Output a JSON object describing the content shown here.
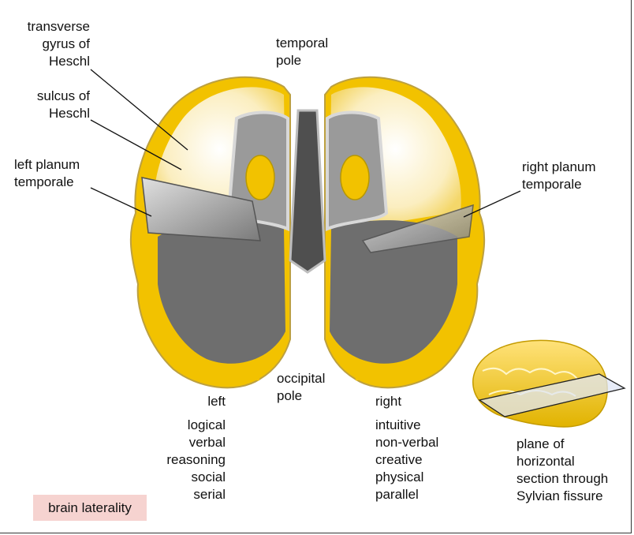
{
  "labels": {
    "transverse_gyrus": "transverse\ngyrus of\nHeschl",
    "sulcus_heschl": "sulcus of\nHeschl",
    "left_planum": "left planum\ntemporale",
    "temporal_pole": "temporal\npole",
    "right_planum": "right planum\ntemporale",
    "occipital_pole": "occipital\npole",
    "plane_caption": "plane of\nhorizontal\nsection through\nSylvian fissure"
  },
  "left_side": {
    "title": "left",
    "traits": [
      "logical",
      "verbal",
      "reasoning",
      "social",
      "serial"
    ]
  },
  "right_side": {
    "title": "right",
    "traits": [
      "intuitive",
      "non-verbal",
      "creative",
      "physical",
      "parallel"
    ]
  },
  "caption_tag": "brain laterality",
  "colors": {
    "cortex_yellow": "#f2c200",
    "white_matter": "#fbeec0",
    "deep_gray": "#6e6e6e",
    "mid_gray": "#9a9a9a",
    "light_gray": "#cfcfcf",
    "tag_background": "#f6d3d0"
  }
}
